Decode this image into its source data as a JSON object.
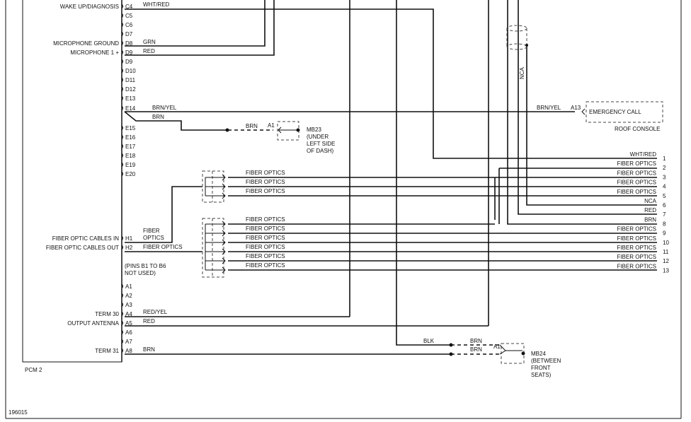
{
  "pcm": {
    "label": "PCM 2",
    "pins": [
      {
        "id": "C4",
        "func": "WAKE UP/DIAGNOSIS",
        "wire": "WHT/RED"
      },
      {
        "id": "C5"
      },
      {
        "id": "C6"
      },
      {
        "id": "D7"
      },
      {
        "id": "D8",
        "func": "MICROPHONE GROUND",
        "wire": "GRN"
      },
      {
        "id": "D9",
        "func": "MICROPHONE 1 +",
        "wire": "RED"
      },
      {
        "id": "D9"
      },
      {
        "id": "D10"
      },
      {
        "id": "D11"
      },
      {
        "id": "D12"
      },
      {
        "id": "E13"
      },
      {
        "id": "E14",
        "wire": "BRN/YEL"
      },
      {
        "id": "E15"
      },
      {
        "id": "E16"
      },
      {
        "id": "E17"
      },
      {
        "id": "E18"
      },
      {
        "id": "E19"
      },
      {
        "id": "E20"
      },
      {
        "id": "H1",
        "func": "FIBER OPTIC CABLES IN",
        "wire_line1": "FIBER",
        "wire_line2": "OPTICS"
      },
      {
        "id": "H2",
        "func": "FIBER OPTIC CABLES OUT",
        "wire": "FIBER OPTICS"
      },
      {
        "id": "A1"
      },
      {
        "id": "A2"
      },
      {
        "id": "A3"
      },
      {
        "id": "A4",
        "func": "TERM 30",
        "wire": "RED/YEL"
      },
      {
        "id": "A5",
        "func": "OUTPUT ANTENNA",
        "wire": "RED"
      },
      {
        "id": "A6"
      },
      {
        "id": "A7"
      },
      {
        "id": "A8",
        "func": "TERM 31",
        "wire": "BRN"
      }
    ],
    "note_line1": "(PINS B1 TO B6",
    "note_line2": "NOT USED)"
  },
  "splice_brn": "BRN",
  "mb23": {
    "wire": "BRN",
    "pin": "A1",
    "line1": "MB23",
    "line2": "(UNDER",
    "line3": "LEFT SIDE",
    "line4": "OF DASH)"
  },
  "mb24": {
    "wire_blk": "BLK",
    "wire_brn1": "BRN",
    "wire_brn2": "BRN",
    "pin": "A1",
    "line1": "MB24",
    "line2": "(BETWEEN",
    "line3": "FRONT",
    "line4": "SEATS)"
  },
  "roof_console": {
    "wire": "BRN/YEL",
    "pin": "A13",
    "connector": "EMERGENCY CALL",
    "label": "ROOF CONSOLE"
  },
  "nca_vertical": "NCA",
  "fiber_group_1": [
    "FIBER OPTICS",
    "FIBER OPTICS",
    "FIBER OPTICS"
  ],
  "fiber_group_2": [
    "FIBER OPTICS",
    "FIBER OPTICS",
    "FIBER OPTICS",
    "FIBER OPTICS",
    "FIBER OPTICS",
    "FIBER OPTICS"
  ],
  "right_terminals": [
    {
      "label": "WHT/RED",
      "num": "1"
    },
    {
      "label": "FIBER OPTICS",
      "num": "2"
    },
    {
      "label": "FIBER OPTICS",
      "num": "3"
    },
    {
      "label": "FIBER OPTICS",
      "num": "4"
    },
    {
      "label": "FIBER OPTICS",
      "num": "5"
    },
    {
      "label": "NCA",
      "num": "6"
    },
    {
      "label": "RED",
      "num": "7"
    },
    {
      "label": "BRN",
      "num": "8"
    },
    {
      "label": "FIBER OPTICS",
      "num": "9"
    },
    {
      "label": "FIBER OPTICS",
      "num": "10"
    },
    {
      "label": "FIBER OPTICS",
      "num": "11"
    },
    {
      "label": "FIBER OPTICS",
      "num": "12"
    },
    {
      "label": "FIBER OPTICS",
      "num": "13"
    }
  ],
  "figure_id": "196015"
}
